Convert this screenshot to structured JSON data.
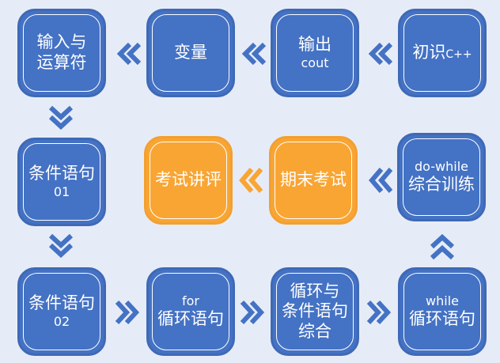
{
  "colors": {
    "blue": "#4472c4",
    "orange": "#f9a533",
    "background": "#e6ecf7"
  },
  "nodes": {
    "intro": {
      "big": "初识",
      "inline": "C++"
    },
    "output": {
      "big": "输出",
      "small": "cout"
    },
    "variable": {
      "big": "变量"
    },
    "io_ops": {
      "line1": "输入与",
      "line2": "运算符"
    },
    "cond01": {
      "big": "条件语句",
      "small": "01"
    },
    "cond02": {
      "big": "条件语句",
      "small": "02"
    },
    "for_loop": {
      "small": "for",
      "big": "循环语句"
    },
    "loop_cond": {
      "line1": "循环与",
      "line2": "条件语句",
      "line3": "综合"
    },
    "while_loop": {
      "small": "while",
      "big": "循环语句"
    },
    "do_while": {
      "small": "do-while",
      "big": "综合训练"
    },
    "final_exam": {
      "big": "期末考试"
    },
    "exam_review": {
      "big": "考试讲评"
    }
  }
}
